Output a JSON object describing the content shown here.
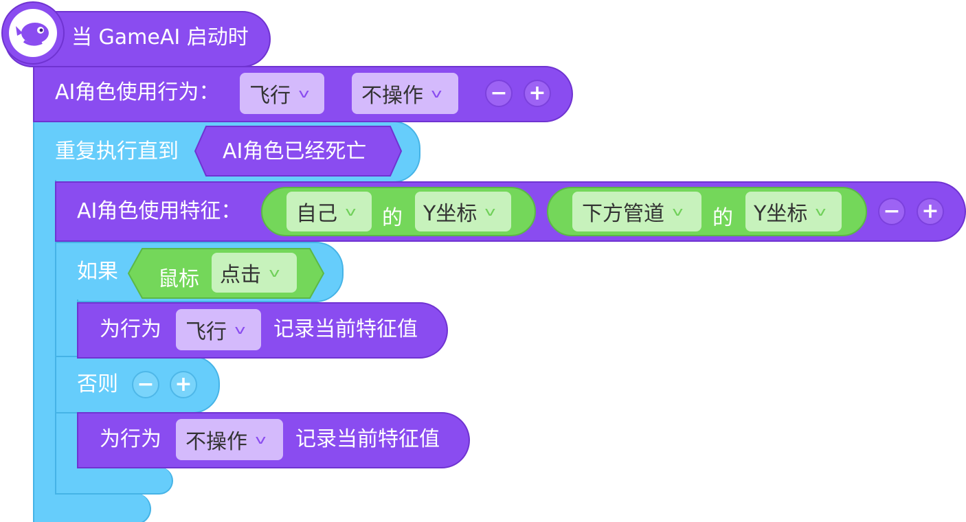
{
  "hat": {
    "label": "当 GameAI 启动时",
    "icon": "whale-mascot-icon"
  },
  "ai_behavior": {
    "label": "AI角色使用行为：",
    "behavior_1": "飞行",
    "behavior_2": "不操作",
    "minus": "−",
    "plus": "+"
  },
  "repeat_until": {
    "label": "重复执行直到",
    "condition": "AI角色已经死亡"
  },
  "ai_features": {
    "label": "AI角色使用特征：",
    "feature_1": {
      "target": "自己",
      "of": "的",
      "property": "Y坐标"
    },
    "feature_2": {
      "target": "下方管道",
      "of": "的",
      "property": "Y坐标"
    },
    "minus": "−",
    "plus": "+"
  },
  "if_block": {
    "label": "如果",
    "condition_subject": "鼠标",
    "condition_event": "点击"
  },
  "record_1": {
    "prefix": "为行为",
    "behavior": "飞行",
    "suffix": "记录当前特征值"
  },
  "else_block": {
    "label": "否则",
    "minus": "−",
    "plus": "+"
  },
  "record_2": {
    "prefix": "为行为",
    "behavior": "不操作",
    "suffix": "记录当前特征值"
  },
  "colors": {
    "purple": "#8a4cf0",
    "light_blue": "#66cdfb",
    "green": "#74d75a"
  }
}
